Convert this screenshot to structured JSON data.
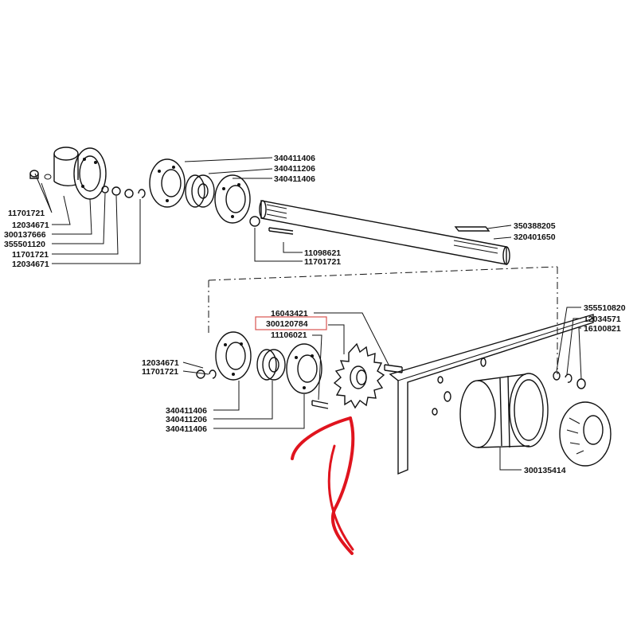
{
  "colors": {
    "ink": "#111111",
    "highlight_box": "#d9534f",
    "arrow": "#e0141e"
  },
  "labels": {
    "l11701721_a": "11701721",
    "l12034671_a": "12034671",
    "l300137666": "300137666",
    "l355501120": "355501120",
    "l11701721_b": "11701721",
    "l12034671_b": "12034671",
    "l340411406_a": "340411406",
    "l340411206_a": "340411206",
    "l340411406_b": "340411406",
    "l350388205": "350388205",
    "l320401650": "320401650",
    "l11098621": "11098621",
    "l11701721_c": "11701721",
    "l16043421": "16043421",
    "l300120784": "300120784",
    "l11106021": "11106021",
    "l12034671_c": "12034671",
    "l11701721_d": "11701721",
    "l340411406_c": "340411406",
    "l340411206_b": "340411206",
    "l340411406_d": "340411406",
    "l355510820": "355510820",
    "l12034571": "12034571",
    "l16100821": "16100821",
    "l300135414": "300135414"
  },
  "highlighted_part": "300120784"
}
